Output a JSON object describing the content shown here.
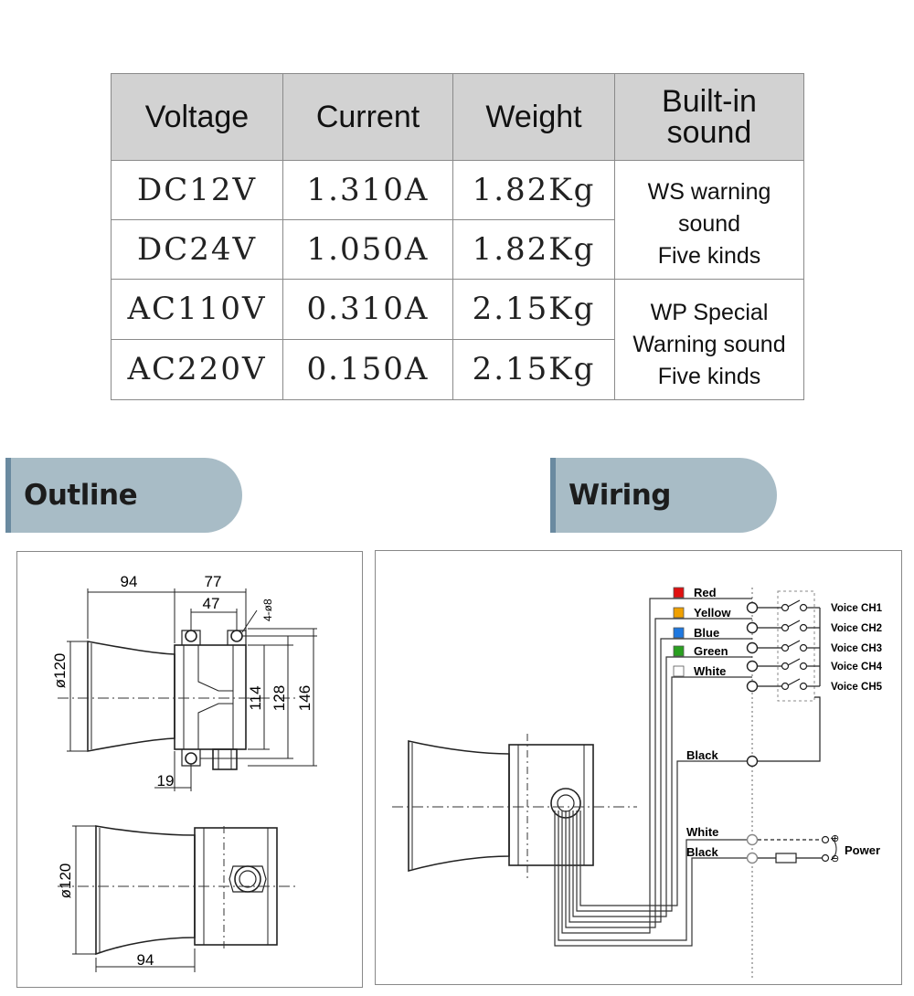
{
  "spec_table": {
    "headers": [
      "Voltage",
      "Current",
      "Weight",
      "Built-in sound"
    ],
    "rows": [
      {
        "voltage": "DC12V",
        "current": "1.310A",
        "weight": "1.82Kg"
      },
      {
        "voltage": "DC24V",
        "current": "1.050A",
        "weight": "1.82Kg"
      },
      {
        "voltage": "AC110V",
        "current": "0.310A",
        "weight": "2.15Kg"
      },
      {
        "voltage": "AC220V",
        "current": "0.150A",
        "weight": "2.15Kg"
      }
    ],
    "sound_group_1": [
      "WS warning",
      "sound",
      "Five kinds"
    ],
    "sound_group_2": [
      "WP Special",
      "Warning sound",
      "Five kinds"
    ]
  },
  "sections": {
    "outline_title": "Outline drawing",
    "wiring_title": "Wiring diagram"
  },
  "outline": {
    "dims": {
      "d94_top": "94",
      "d77": "77",
      "d47": "47",
      "holes": "4-ø8",
      "d120_top": "ø120",
      "d114": "114",
      "d128": "128",
      "d146": "146",
      "d19": "19",
      "d120_bottom": "ø120",
      "d94_bottom": "94"
    }
  },
  "wiring": {
    "wires": [
      {
        "color_name": "Red",
        "swatch": "#e01010",
        "channel": "Voice CH1"
      },
      {
        "color_name": "Yellow",
        "swatch": "#f0a000",
        "channel": "Voice CH2"
      },
      {
        "color_name": "Blue",
        "swatch": "#1e78e0",
        "channel": "Voice CH3"
      },
      {
        "color_name": "Green",
        "swatch": "#2aa020",
        "channel": "Voice CH4"
      },
      {
        "color_name": "White",
        "swatch": "#ffffff",
        "channel": "Voice CH5"
      }
    ],
    "common_label": "Black",
    "power_labels": [
      "White",
      "Black"
    ],
    "power_title": "Power",
    "plus": "⊕",
    "minus": "⊖"
  },
  "colors": {
    "tab_bg": "#a8bcc6",
    "header_bg": "#d2d2d2",
    "grid": "#8a8a8a"
  }
}
